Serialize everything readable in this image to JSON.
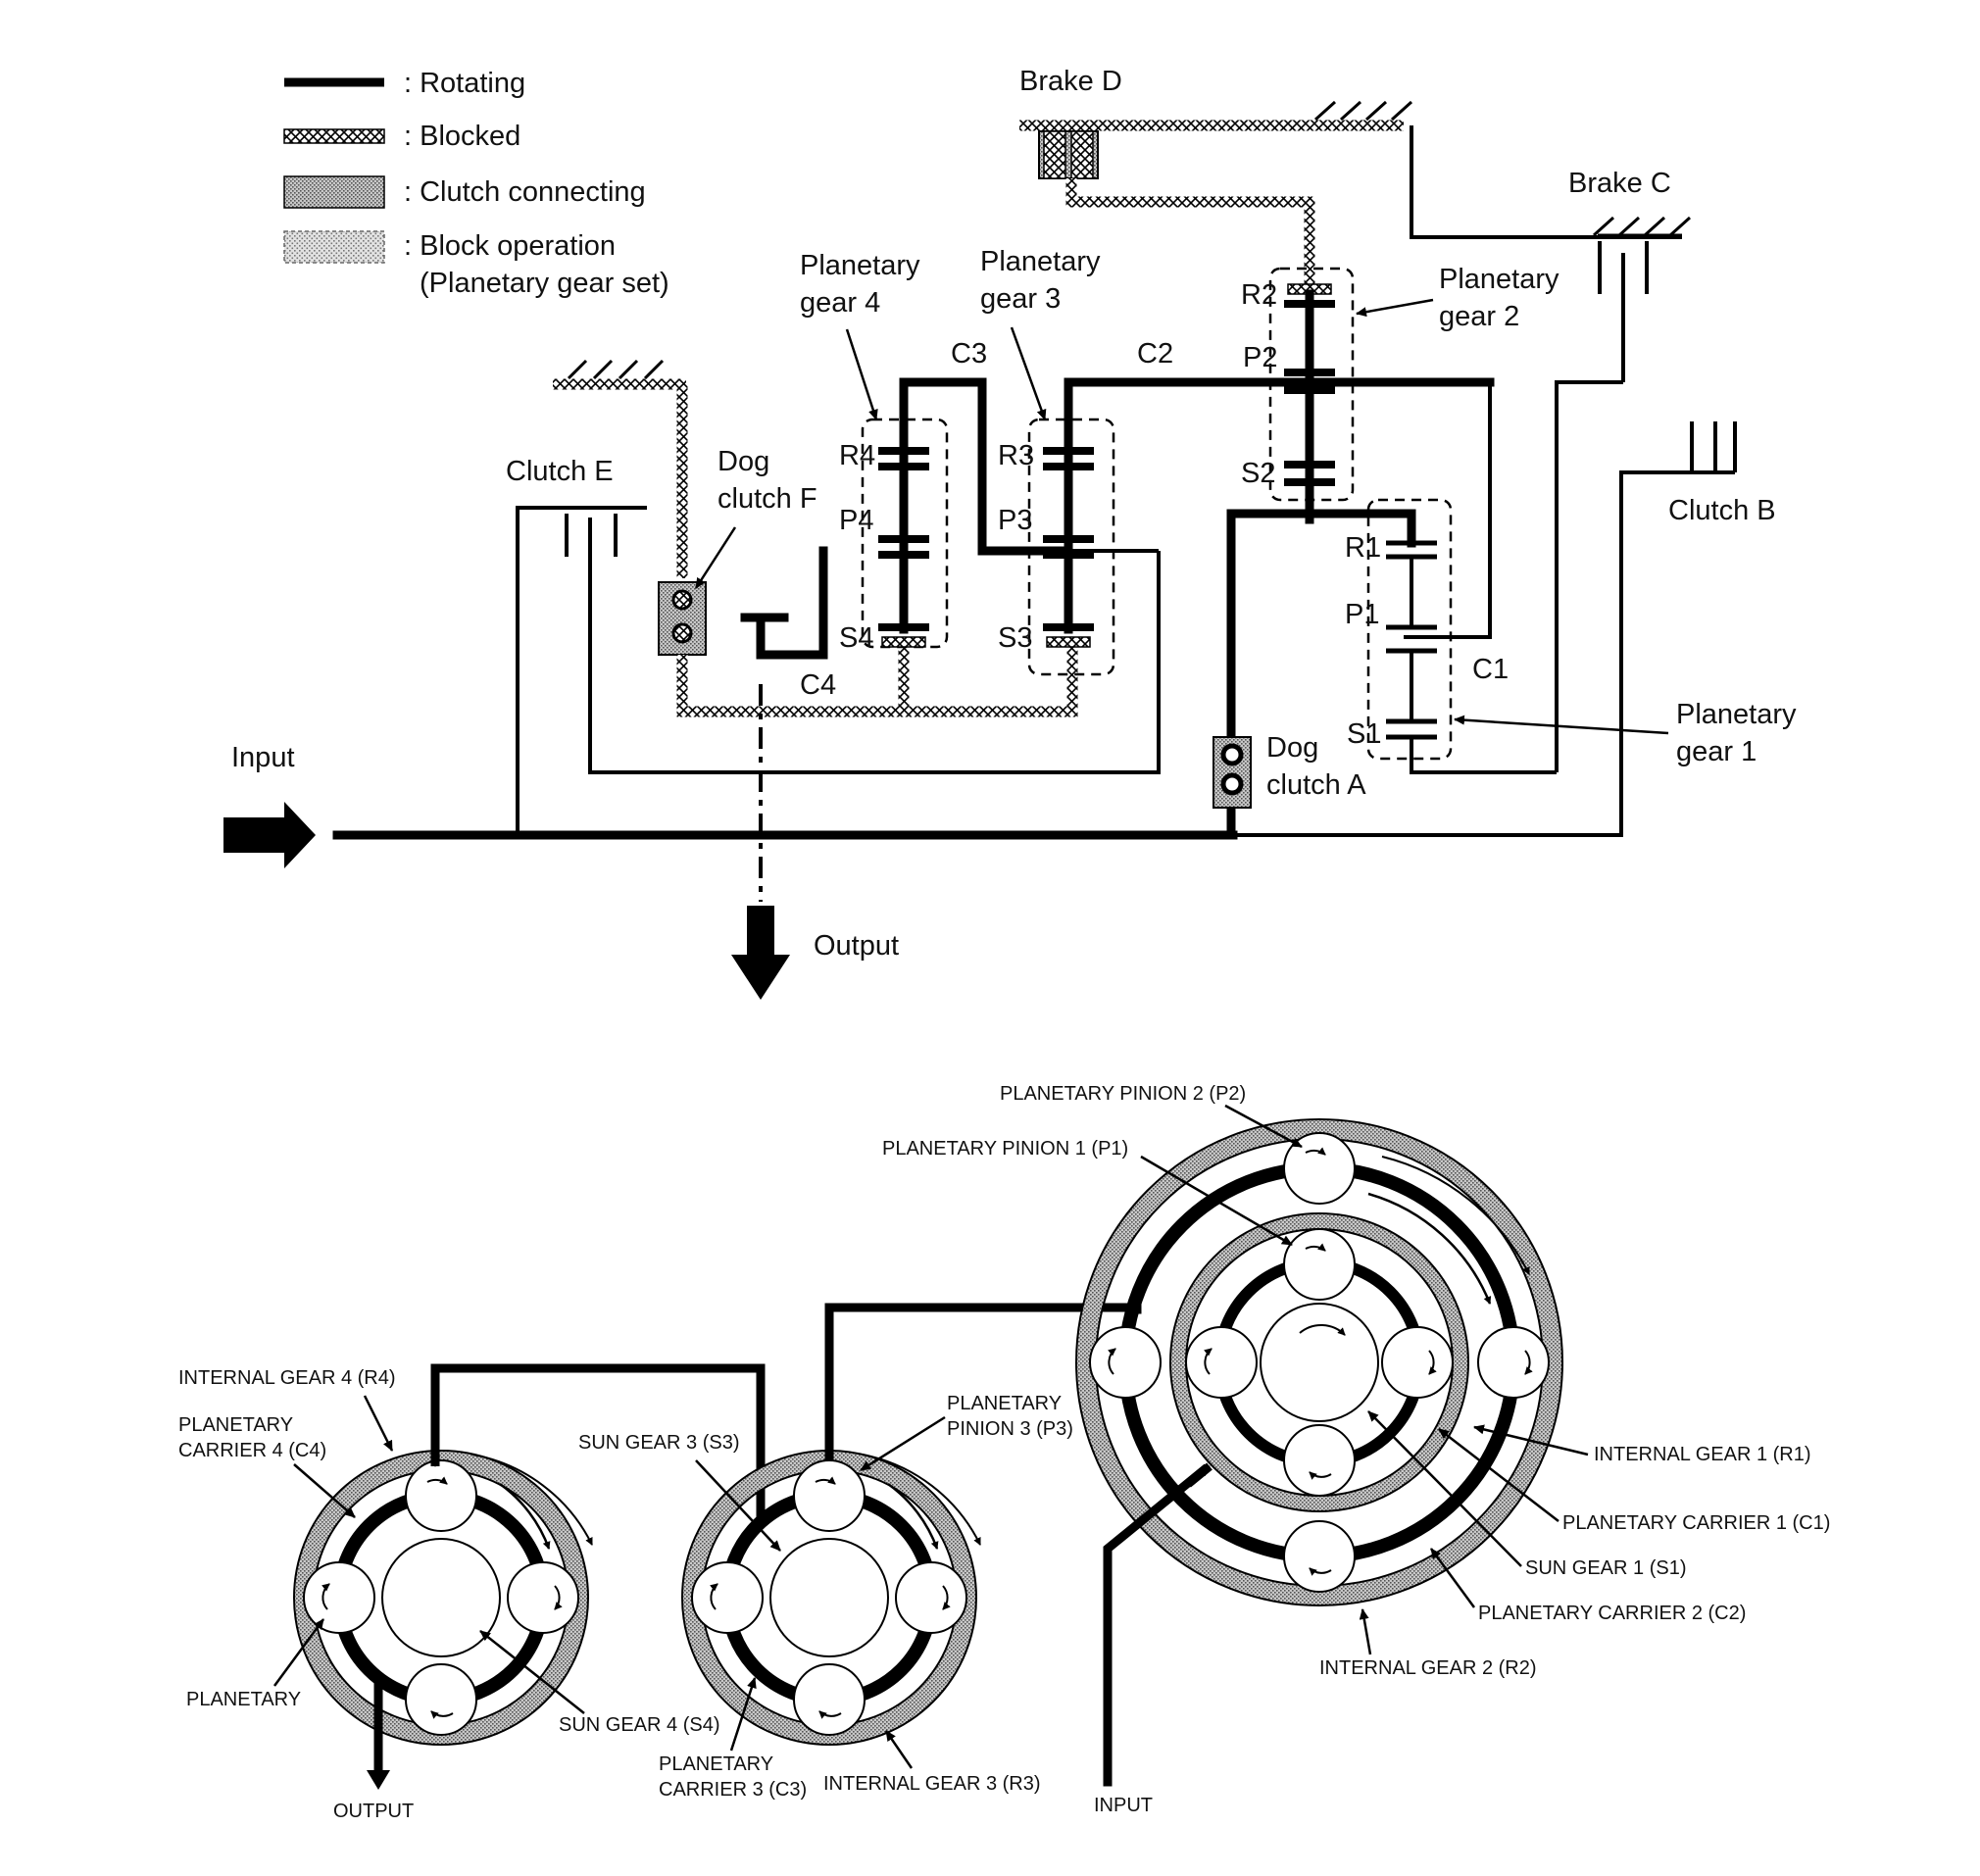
{
  "legend": {
    "rotating": ": Rotating",
    "blocked": ": Blocked",
    "clutch_connecting": ": Clutch connecting",
    "block_operation_1": ": Block operation",
    "block_operation_2": "(Planetary gear set)"
  },
  "schematic": {
    "brake_d": "Brake D",
    "brake_c": "Brake C",
    "clutch_b": "Clutch B",
    "clutch_e": "Clutch E",
    "dog_clutch_f_1": "Dog",
    "dog_clutch_f_2": "clutch F",
    "dog_clutch_a_1": "Dog",
    "dog_clutch_a_2": "clutch A",
    "planetary_gear_4_1": "Planetary",
    "planetary_gear_4_2": "gear 4",
    "planetary_gear_3_1": "Planetary",
    "planetary_gear_3_2": "gear 3",
    "planetary_gear_2_1": "Planetary",
    "planetary_gear_2_2": "gear 2",
    "planetary_gear_1_1": "Planetary",
    "planetary_gear_1_2": "gear 1",
    "c3": "C3",
    "c2": "C2",
    "c4": "C4",
    "c1": "C1",
    "r4": "R4",
    "p4": "P4",
    "s4": "S4",
    "r3": "R3",
    "p3": "P3",
    "s3": "S3",
    "r2": "R2",
    "p2": "P2",
    "s2": "S2",
    "r1": "R1",
    "p1": "P1",
    "s1": "S1",
    "input": "Input",
    "output": "Output"
  },
  "gearsets": {
    "internal_gear_4": "INTERNAL GEAR 4 (R4)",
    "planetary_carrier_4_1": "PLANETARY",
    "planetary_carrier_4_2": "CARRIER 4 (C4)",
    "planetary": "PLANETARY",
    "sun_gear_4": "SUN GEAR 4 (S4)",
    "output": "OUTPUT",
    "sun_gear_3": "SUN GEAR 3 (S3)",
    "planetary_pinion_3_1": "PLANETARY",
    "planetary_pinion_3_2": "PINION 3 (P3)",
    "planetary_carrier_3_1": "PLANETARY",
    "planetary_carrier_3_2": "CARRIER 3 (C3)",
    "internal_gear_3": "INTERNAL GEAR 3 (R3)",
    "planetary_pinion_2": "PLANETARY PINION 2 (P2)",
    "planetary_pinion_1": "PLANETARY PINION 1 (P1)",
    "internal_gear_1": "INTERNAL GEAR 1 (R1)",
    "planetary_carrier_1": "PLANETARY CARRIER 1 (C1)",
    "sun_gear_1": "SUN GEAR 1 (S1)",
    "planetary_carrier_2": "PLANETARY CARRIER 2 (C2)",
    "internal_gear_2": "INTERNAL GEAR 2 (R2)",
    "input": "INPUT"
  }
}
